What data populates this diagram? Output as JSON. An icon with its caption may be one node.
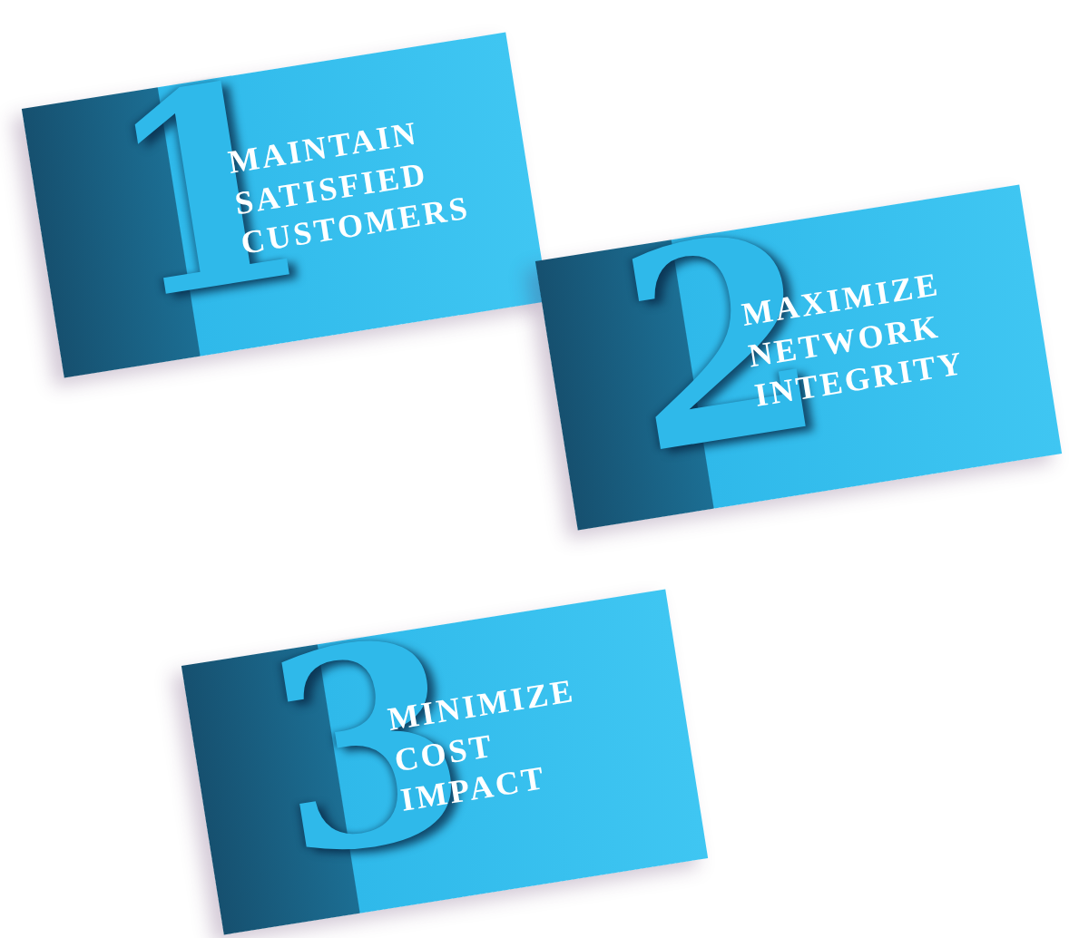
{
  "diagram": {
    "nodes": [
      {
        "text": [
          "1",
          "MAINTAIN SATISFIED CUSTOMERS"
        ]
      },
      {
        "text": [
          "2",
          "MAXIMIZE NETWORK INTEGRITY"
        ]
      },
      {
        "text": [
          "3",
          "MINIMIZE COST IMPACT"
        ]
      }
    ]
  }
}
